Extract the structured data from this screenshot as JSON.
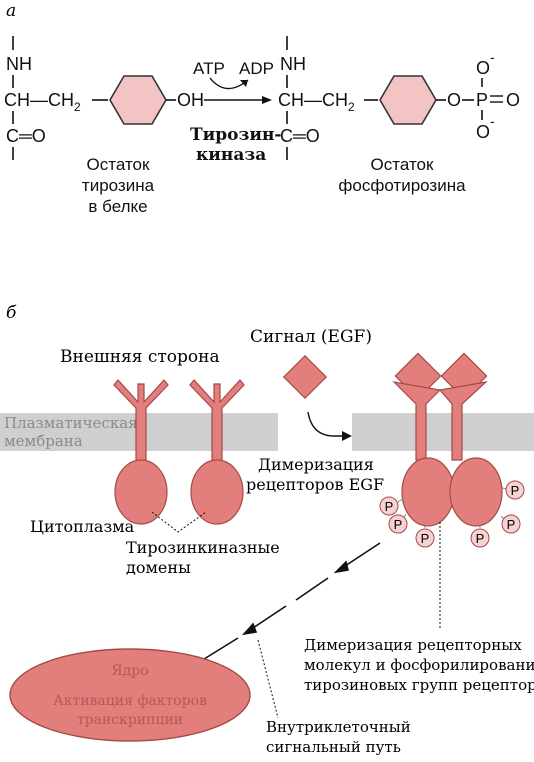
{
  "panel_a": {
    "label": "a",
    "left_residue": {
      "nh": "NH",
      "ch_ch2": "CH—CH",
      "ch2_sub": "2",
      "co": "C═O",
      "oh": "OH"
    },
    "reaction": {
      "atp": "ATP",
      "adp": "ADP",
      "enzyme_line1": "Тирозин-",
      "enzyme_line2": "киназа"
    },
    "right_residue": {
      "nh": "NH",
      "ch_ch2": "CH—CH",
      "ch2_sub": "2",
      "co": "C═O",
      "o": "O",
      "p": "P",
      "o_top": "O",
      "o_bottom": "O",
      "o_right": "O",
      "minus": "-"
    },
    "caption_left": [
      "Остаток",
      "тирозина",
      "в белке"
    ],
    "caption_right": [
      "Остаток",
      "фосфотирозина"
    ]
  },
  "panel_b": {
    "label": "б",
    "signal_label": "Сигнал (EGF)",
    "outside_label": "Внешняя сторона",
    "membrane_label": [
      "Плазматическая",
      "мембрана"
    ],
    "dimerization_label": [
      "Димеризация",
      "рецепторов EGF"
    ],
    "cytoplasm_label": "Цитоплазма",
    "kinase_domains_label": [
      "Тирозинкиназные",
      "домены"
    ],
    "phospho_symbol": "P",
    "dimer_phospho_label": [
      "Димеризация рецепторных",
      "молекул и фосфорилирование",
      "тирозиновых групп рецептора"
    ],
    "nucleus_label": "Ядро",
    "nucleus_activation": [
      "Активация факторов",
      "транскрипции"
    ],
    "pathway_label": [
      "Внутриклеточный",
      "сигнальный путь"
    ]
  },
  "colors": {
    "receptor_fill": "#e27f7c",
    "receptor_stroke": "#a44a46",
    "ring_fill": "#f2c4c4",
    "membrane_fill": "#cfcfcf",
    "phospho_fill": "#f6d3d2",
    "nucleus_fill": "#e27f7c"
  }
}
